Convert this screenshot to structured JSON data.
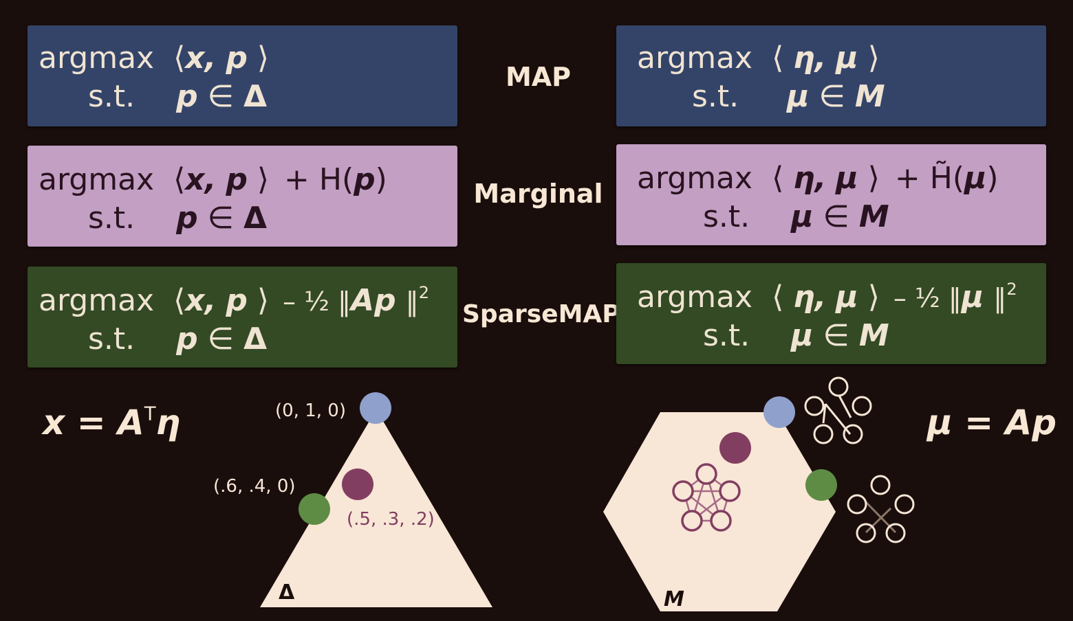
{
  "left_column": {
    "map": {
      "line1": [
        "argmax",
        "⟨",
        "x",
        ",",
        "p",
        "⟩"
      ],
      "line2": [
        "s.t.",
        "p",
        "∈",
        "Δ"
      ]
    },
    "marginal": {
      "line1": [
        "argmax",
        "⟨",
        "x",
        ",",
        "p",
        "⟩",
        "+ H(",
        "p",
        ")"
      ],
      "line2": [
        "s.t.",
        "p",
        "∈",
        "Δ"
      ]
    },
    "sparsemap": {
      "line1": [
        "argmax",
        "⟨",
        "x",
        ",",
        "p",
        "⟩",
        "– ½ ‖",
        "Ap",
        "‖",
        "2"
      ],
      "line2": [
        "s.t.",
        "p",
        "∈",
        "Δ"
      ]
    }
  },
  "right_column": {
    "map": {
      "line1": [
        "argmax",
        "⟨",
        "η",
        ",",
        "μ",
        "⟩"
      ],
      "line2": [
        "s.t.",
        "μ",
        "∈",
        "M"
      ]
    },
    "marginal": {
      "line1": [
        "argmax",
        "⟨",
        "η",
        ",",
        "μ",
        "⟩",
        "+",
        "H̃",
        "(",
        "μ",
        ")"
      ],
      "line2": [
        "s.t.",
        "μ",
        "∈",
        "M"
      ]
    },
    "sparsemap": {
      "line1": [
        "argmax",
        "⟨",
        "η",
        ",",
        "μ",
        "⟩",
        "– ½ ‖",
        "μ",
        "‖",
        "2"
      ],
      "line2": [
        "s.t.",
        "μ",
        "∈",
        "M"
      ]
    }
  },
  "middle_labels": {
    "map": "MAP",
    "marginal": "Marginal",
    "sparsemap": "SparseMAP"
  },
  "left_equation": {
    "lhs": "x",
    "eq": "=",
    "A": "A",
    "T": "T",
    "eta": "η"
  },
  "right_equation": {
    "mu": "μ",
    "eq": "=",
    "Ap": "Ap"
  },
  "simplex": {
    "label": "Δ",
    "points": [
      {
        "label": "(0, 1, 0)",
        "color": "#8fa0cc"
      },
      {
        "label": "(.6, .4, 0)",
        "color": "#5e8c45"
      },
      {
        "label": "(.5, .3, .2)",
        "color": "#823e60"
      }
    ]
  },
  "polytope": {
    "label": "M",
    "points": [
      {
        "color": "#8fa0cc"
      },
      {
        "color": "#823e60"
      },
      {
        "color": "#5e8c45"
      }
    ]
  },
  "colors": {
    "background": "#1a0e0c",
    "shape_fill": "#f8e6d6",
    "blue_box": "#344469",
    "pink_box": "#c29fc3",
    "green_box": "#334a24",
    "graph_stroke_light": "#f8e6d6",
    "graph_stroke_dark": "#823e60"
  }
}
